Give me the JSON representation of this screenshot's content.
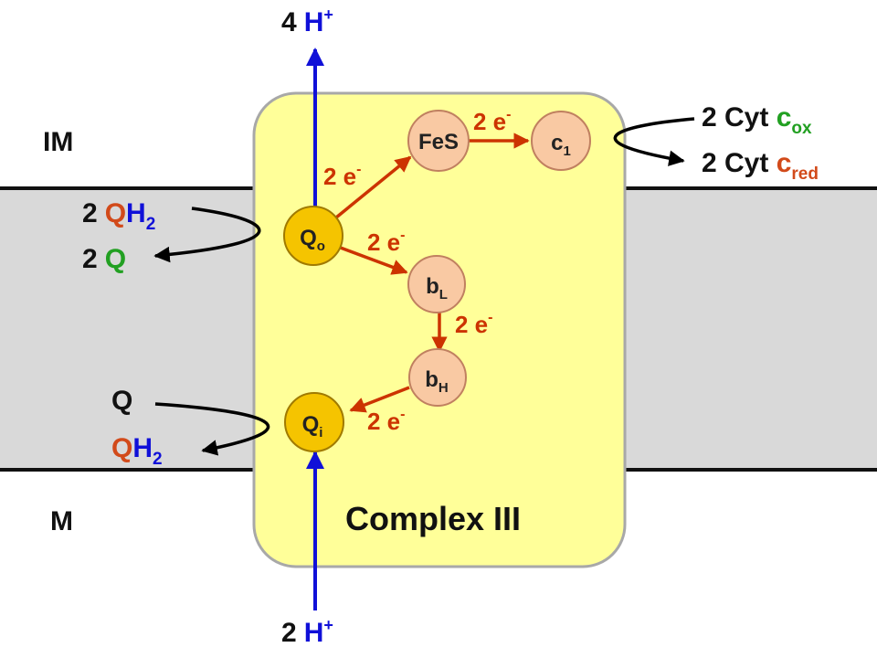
{
  "colors": {
    "membrane_fill": "#d9d9d9",
    "complex_fill": "#ffff99",
    "complex_stroke": "#a8a8a8",
    "proton_arrow": "#1010d8",
    "electron_arrow": "#cc3300",
    "black_arrow": "#000000",
    "node_fill": "#f9c9a3",
    "node_stroke": "#c08060",
    "q_node_fill": "#f5c400",
    "q_node_stroke": "#a07a00",
    "green": "#22a022",
    "orange_red": "#d24a1a",
    "blue": "#1010d8"
  },
  "labels": {
    "top_protons": {
      "count": "4",
      "species": "H",
      "charge": "+"
    },
    "bottom_protons": {
      "count": "2",
      "species": "H",
      "charge": "+"
    },
    "im": "IM",
    "m": "M",
    "complex": "Complex III",
    "qh2_in": {
      "count": "2",
      "main": "QH",
      "sub": "2"
    },
    "q_out": {
      "count": "2",
      "main": "Q"
    },
    "q_in_lower": {
      "main": "Q"
    },
    "qh2_out_lower": {
      "main": "QH",
      "sub": "2"
    },
    "cyt_ox": {
      "prefix": "2 Cyt ",
      "main": "c",
      "sub": "ox"
    },
    "cyt_red": {
      "prefix": "2 Cyt ",
      "main": "c",
      "sub": "red"
    }
  },
  "nodes": {
    "qo": {
      "main": "Q",
      "sub": "o"
    },
    "qi": {
      "main": "Q",
      "sub": "i"
    },
    "fes": {
      "main": "FeS"
    },
    "c1": {
      "main": "c",
      "sub": "1"
    },
    "bl": {
      "main": "b",
      "sub": "L"
    },
    "bh": {
      "main": "b",
      "sub": "H"
    }
  },
  "electron_labels": {
    "qo_fes": {
      "main": "2 e",
      "sup": "-"
    },
    "fes_c1": {
      "main": "2 e",
      "sup": "-"
    },
    "qo_bl": {
      "main": "2 e",
      "sup": "-"
    },
    "bl_bh": {
      "main": "2 e",
      "sup": "-"
    },
    "bh_qi": {
      "main": "2 e",
      "sup": "-"
    }
  }
}
